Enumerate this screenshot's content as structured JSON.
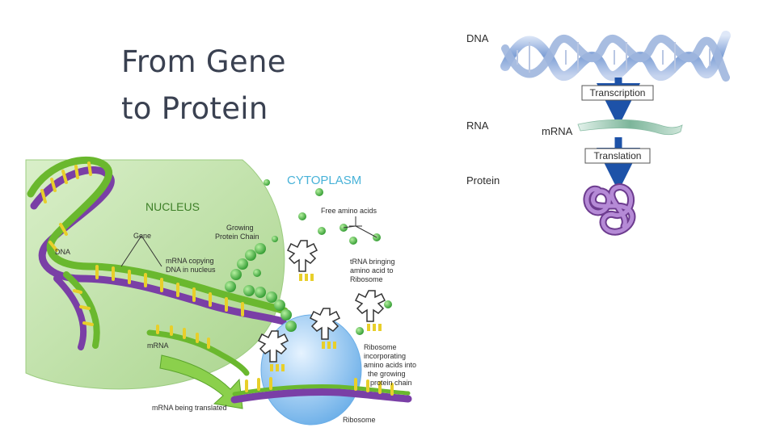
{
  "slide": {
    "title_line1": "From Gene",
    "title_line2": "to Protein"
  },
  "flow": {
    "dna_label": "DNA",
    "rna_label": "RNA",
    "protein_label": "Protein",
    "mrna_label": "mRNA",
    "transcription_label": "Transcription",
    "translation_label": "Translation",
    "arrow_color": "#1d52a8"
  },
  "cell_diagram": {
    "cytoplasm": "CYTOPLASM",
    "nucleus": "NUCLEUS",
    "free_amino_acids": "Free amino acids",
    "growing_chain": [
      "Growing",
      "Protein Chain"
    ],
    "gene": "Gene",
    "dna": "DNA",
    "mrna_copying": [
      "mRNA copying",
      "DNA in nucleus"
    ],
    "trna_bringing": [
      "tRNA bringing",
      "amino acid to",
      "Ribosome"
    ],
    "mrna": "mRNA",
    "ribosome_incorporating": [
      "Ribosome",
      "incorporating",
      "amino acids into",
      "the growing",
      "protein chain"
    ],
    "mrna_translated": "mRNA being translated",
    "ribosome": "Ribosome",
    "colors": {
      "nucleus": "#bfe0a8",
      "dna_green": "#6ab82e",
      "dna_purple": "#7a3fa6",
      "bases": "#e8cf2a",
      "amino_acid": "#3fae3f",
      "ribosome": "#8fc3ef"
    }
  }
}
